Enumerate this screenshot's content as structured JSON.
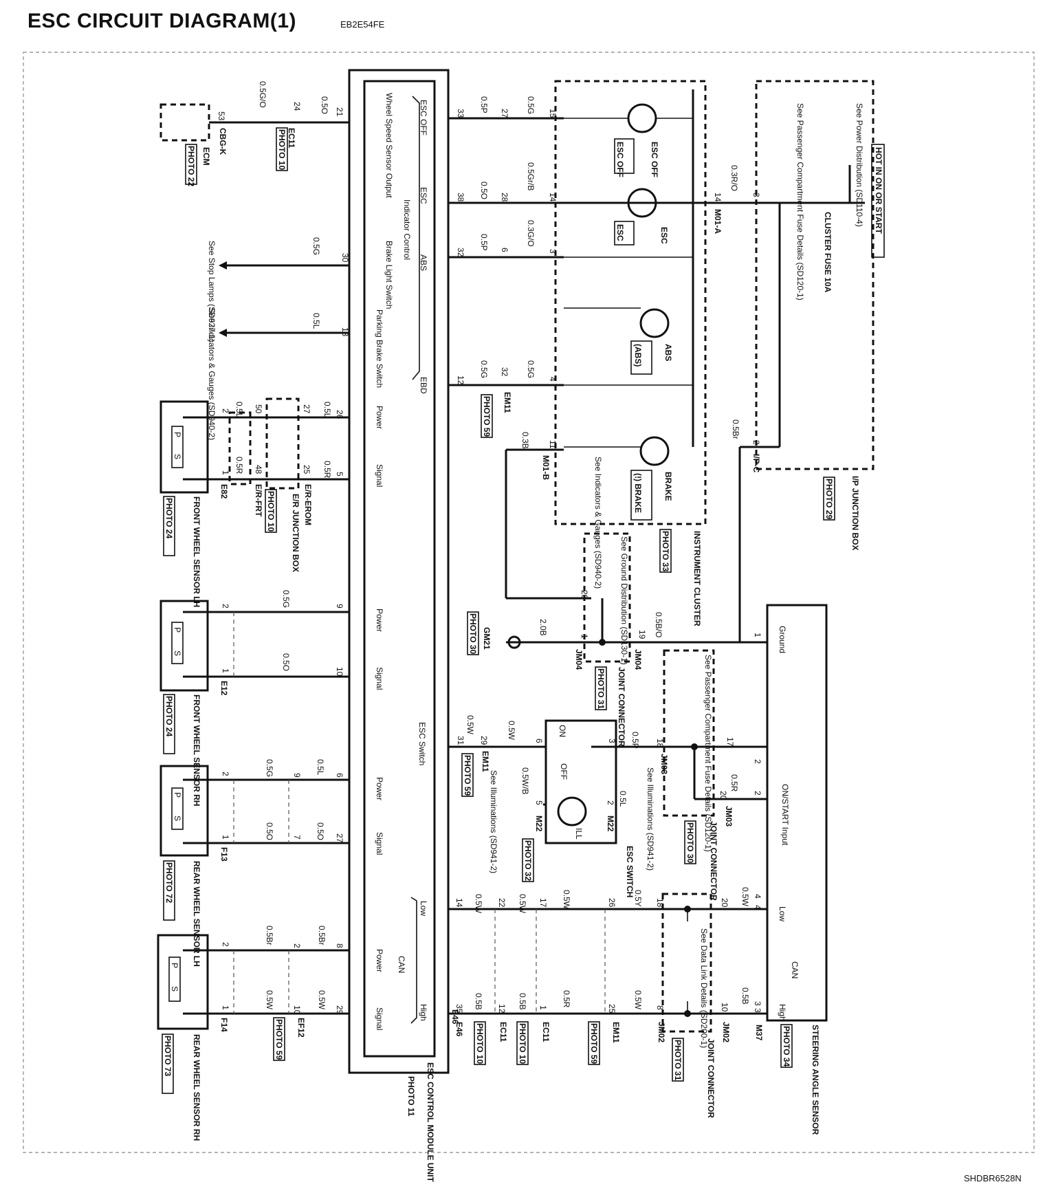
{
  "header": {
    "title": "ESC CIRCUIT DIAGRAM(1)",
    "code": "EB2E54FE"
  },
  "footer": {
    "code": "SHDBR6528N"
  },
  "esc_module": {
    "functions": [
      "Wheel Speed Sensor Output",
      "Brake Light Switch",
      "Parking Brake Switch",
      "Power",
      "Signal",
      "ESC Switch",
      "CAN",
      "Low",
      "High"
    ],
    "indicator_control": "Indicator Control",
    "indicator_items": [
      "ESC OFF",
      "ESC",
      "ABS",
      "EBD"
    ],
    "title": "ESC CONTROL MODULE UNIT",
    "photo": "PHOTO 11",
    "connector": "E46"
  },
  "top_wires": [
    {
      "pin": "33",
      "wire1": "0.5P",
      "mid": "27",
      "wire2": "0.5G",
      "ic": "15"
    },
    {
      "pin": "38",
      "wire1": "0.5O",
      "mid": "28",
      "wire2": "0.5Gr/B",
      "ic": "14"
    },
    {
      "pin": "32",
      "wire1": "0.5P",
      "mid": "6",
      "wire2": "0.3G/O",
      "ic": "3"
    },
    {
      "pin": "12",
      "wire1": "0.5G",
      "mid": "32",
      "wire2": "0.5G",
      "ic": "4"
    }
  ],
  "em11_photo": "PHOTO 59",
  "em11_label": "EM11",
  "left_side": {
    "ecm": {
      "pin": "53",
      "wire": "0.5G/O",
      "conn": "CBG-K",
      "name": "ECM",
      "photo": "PHOTO 22"
    },
    "ec11": {
      "pin": "24",
      "wire": "0.5O",
      "module_pin": "21",
      "label": "EC11",
      "photo": "PHOTO 10"
    },
    "stop_lamps": {
      "wire": "0.5G",
      "module_pin": "30",
      "ref": "See Stop Lamps (SD927-1)"
    },
    "indicators": {
      "wire": "0.5L",
      "module_pin": "13",
      "ref": "See Indicators & Gauges (SD940-2)"
    }
  },
  "sensors": [
    {
      "name": "FRONT WHEEL SENSOR LH",
      "photo": "PHOTO 24",
      "conn": "E82",
      "pwr_pin": "26",
      "sig_pin": "5",
      "pwr_w1": "0.5L",
      "sig_w1": "0.5R",
      "jb_pwr": "27",
      "jb_sig": "25",
      "jb2_pwr": "50",
      "jb2_sig": "48",
      "pwr_w2": "0.5L",
      "sig_w2": "0.5R",
      "s_pwr": "2",
      "s_sig": "1",
      "jb_label": "E/R JUNCTION BOX",
      "jb_photo": "PHOTO 10",
      "jb_c1": "E/R-EROM",
      "jb_c2": "E/R-FRT"
    },
    {
      "name": "FRONT WHEEL SENSOR RH",
      "photo": "PHOTO 24",
      "conn": "E12",
      "pwr_pin": "9",
      "sig_pin": "10",
      "pwr_w1": "0.5G",
      "sig_w1": "0.5O",
      "s_pwr": "2",
      "s_sig": "1"
    },
    {
      "name": "REAR WHEEL SENSOR LH",
      "photo": "PHOTO 72",
      "conn": "F13",
      "pwr_pin": "6",
      "sig_pin": "27",
      "pwr_w1": "0.5L",
      "sig_w1": "0.5O",
      "mid_pwr": "9",
      "mid_sig": "7",
      "pwr_w2": "0.5G",
      "sig_w2": "0.5O",
      "s_pwr": "2",
      "s_sig": "1"
    },
    {
      "name": "REAR WHEEL SENSOR RH",
      "photo": "PHOTO 73",
      "conn": "F14",
      "pwr_pin": "8",
      "sig_pin": "29",
      "pwr_w1": "0.5Br",
      "sig_w1": "0.5W",
      "mid_pwr": "2",
      "mid_sig": "10",
      "pwr_w2": "0.5Br",
      "sig_w2": "0.5W",
      "s_pwr": "2",
      "s_sig": "1",
      "mid_label": "EF12",
      "mid_photo": "PHOTO 59"
    }
  ],
  "sensor_pin_labels": [
    "P",
    "S"
  ],
  "power_feed": {
    "header": "HOT IN ON OR START",
    "ref1": "See Power Distribution (SD110-4)",
    "ref2": "See Passenger Compartment Fuse Details (SD120-1)",
    "fuse": "CLUSTER FUSE 10A",
    "jb_name": "I/P JUNCTION BOX",
    "jb_photo": "PHOTO 29",
    "wire_top": "0.3R/O",
    "wire_ip": "0.5Br",
    "pin3": "3",
    "pin2": "2",
    "ipc": "I/P-C",
    "m01a": "M01-A",
    "pin14": "14"
  },
  "cluster": {
    "name": "INSTRUMENT CLUSTER",
    "photo": "PHOTO 33",
    "lamps": [
      "ESC OFF",
      "ESC",
      "ABS",
      "BRAKE"
    ],
    "esc_off_icon": "ESC OFF",
    "esc_icon": "ESC",
    "abs_icon": "(ABS)",
    "brake_icon": "(!) BRAKE",
    "m01b": "M01-B",
    "wire_m01b": "0.3B",
    "pin11": "11",
    "ref_ind": "See Indicators & Gauges (SD940-2)"
  },
  "ground": {
    "ref": "See Ground Distribution (SD130-1)",
    "wire1": "2.0B",
    "wire2": "0.5B/O",
    "gm21": "GM21",
    "gm21_photo": "PHOTO 30",
    "jm04": "JM04",
    "jm04_name": "JOINT CONNECTOR",
    "jm04_photo": "PHOTO 31",
    "pin20": "20",
    "pin1": "1",
    "pin19": "19"
  },
  "esc_switch": {
    "name": "ESC SWITCH",
    "photo": "PHOTO 32",
    "m22": "M22",
    "on": "ON",
    "off": "OFF",
    "ill": "ILL",
    "pin31": "31",
    "w31": "0.5W",
    "pin29": "29",
    "w29": "0.5W",
    "em11": "EM11",
    "em11_photo": "PHOTO 59",
    "pin6": "6",
    "pin3": "3",
    "w3": "0.5P",
    "pin18": "18",
    "pin5": "5",
    "w5": "0.5W/B",
    "pin2": "2",
    "w2": "0.5L",
    "ref_ill1": "See Illuminations (SD941-2)",
    "ref_ill2": "See Illuminations (SD941-2)",
    "jm03": "JM03"
  },
  "jm03_block": {
    "ref": "See Passenger Compartment Fuse Details (SD120-1)",
    "name": "JOINT CONNECTOR",
    "photo": "PHOTO 30",
    "jm03": "JM03",
    "pin17": "17",
    "pin20": "20",
    "w20": "0.5R",
    "pin2": "2"
  },
  "steering": {
    "name": "STEERING ANGLE SENSOR",
    "photo": "PHOTO 34",
    "ground": "Ground",
    "onstart": "ON/START Input",
    "low": "Low",
    "can": "CAN",
    "high": "High",
    "m37": "M37",
    "pin1": "1",
    "pin2": "2",
    "pin4": "4",
    "pin3": "3"
  },
  "can": {
    "low_pins": [
      "14",
      "22",
      "17",
      "26",
      "18",
      "20",
      "4"
    ],
    "low_wires": [
      "0.5W",
      "0.5W",
      "0.5W",
      "0.5Y",
      "0.5W"
    ],
    "high_pins": [
      "35",
      "12",
      "1",
      "25",
      "8",
      "10",
      "3"
    ],
    "high_wires": [
      "0.5B",
      "0.5R",
      "0.5W",
      "0.5B"
    ],
    "labels": [
      "E46",
      "EC11",
      "EC11",
      "EM11",
      "JM02",
      "JM02"
    ],
    "photos": [
      "PHOTO 10",
      "PHOTO 10",
      "PHOTO 59"
    ],
    "jm02_name": "JOINT CONNECTOR",
    "jm02_photo": "PHOTO 31",
    "ref": "See Data Link Details (SD200-1)",
    "w_b1": "0.5B",
    "w_b2": "0.5B",
    "w_r": "0.5R",
    "w_w": "0.5W",
    "w_bb": "0.5B"
  }
}
